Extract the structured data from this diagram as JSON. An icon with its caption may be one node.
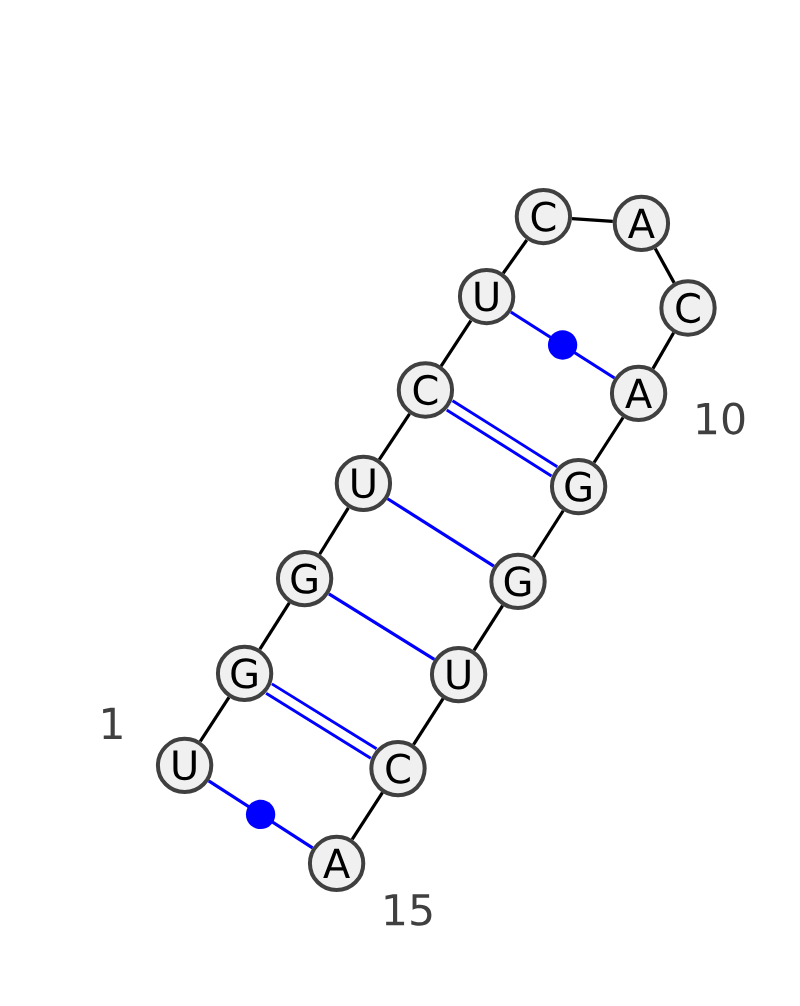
{
  "diagram": {
    "nodes": [
      {
        "text": [
          "U"
        ],
        "beside": [
          "1"
        ]
      },
      {
        "text": [
          "G"
        ]
      },
      {
        "text": [
          "G"
        ]
      },
      {
        "text": [
          "U"
        ]
      },
      {
        "text": [
          "C"
        ]
      },
      {
        "text": [
          "U"
        ]
      },
      {
        "text": [
          "C"
        ]
      },
      {
        "text": [
          "A"
        ]
      },
      {
        "text": [
          "C"
        ]
      },
      {
        "text": [
          "A"
        ],
        "beside": [
          "10"
        ]
      },
      {
        "text": [
          "G"
        ]
      },
      {
        "text": [
          "G"
        ]
      },
      {
        "text": [
          "U"
        ]
      },
      {
        "text": [
          "C"
        ]
      },
      {
        "text": [
          "A"
        ],
        "beside": [
          "15"
        ]
      }
    ],
    "edges": [
      {
        "from": 0,
        "to": 1,
        "arrow": "none"
      },
      {
        "from": 1,
        "to": 2,
        "arrow": "none"
      },
      {
        "from": 2,
        "to": 3,
        "arrow": "none"
      },
      {
        "from": 3,
        "to": 4,
        "arrow": "none"
      },
      {
        "from": 4,
        "to": 5,
        "arrow": "none"
      },
      {
        "from": 5,
        "to": 6,
        "arrow": "none"
      },
      {
        "from": 6,
        "to": 7,
        "arrow": "none"
      },
      {
        "from": 7,
        "to": 8,
        "arrow": "none"
      },
      {
        "from": 8,
        "to": 9,
        "arrow": "none"
      },
      {
        "from": 9,
        "to": 10,
        "arrow": "none"
      },
      {
        "from": 10,
        "to": 11,
        "arrow": "none"
      },
      {
        "from": 11,
        "to": 12,
        "arrow": "none"
      },
      {
        "from": 12,
        "to": 13,
        "arrow": "none"
      },
      {
        "from": 13,
        "to": 14,
        "arrow": "none"
      },
      {
        "from": 0,
        "to": 14,
        "arrow": "none",
        "color": "#0000ff"
      },
      {
        "from": 1,
        "to": 13,
        "arrow": "none",
        "style": "thick",
        "color": "#0000ff"
      },
      {
        "from": 2,
        "to": 12,
        "arrow": "none",
        "color": "#0000ff"
      },
      {
        "from": 3,
        "to": 11,
        "arrow": "none",
        "color": "#0000ff"
      },
      {
        "from": 4,
        "to": 10,
        "arrow": "none",
        "style": "thick",
        "color": "#0000ff"
      },
      {
        "from": 5,
        "to": 9,
        "arrow": "none",
        "color": "#0000ff"
      }
    ]
  }
}
